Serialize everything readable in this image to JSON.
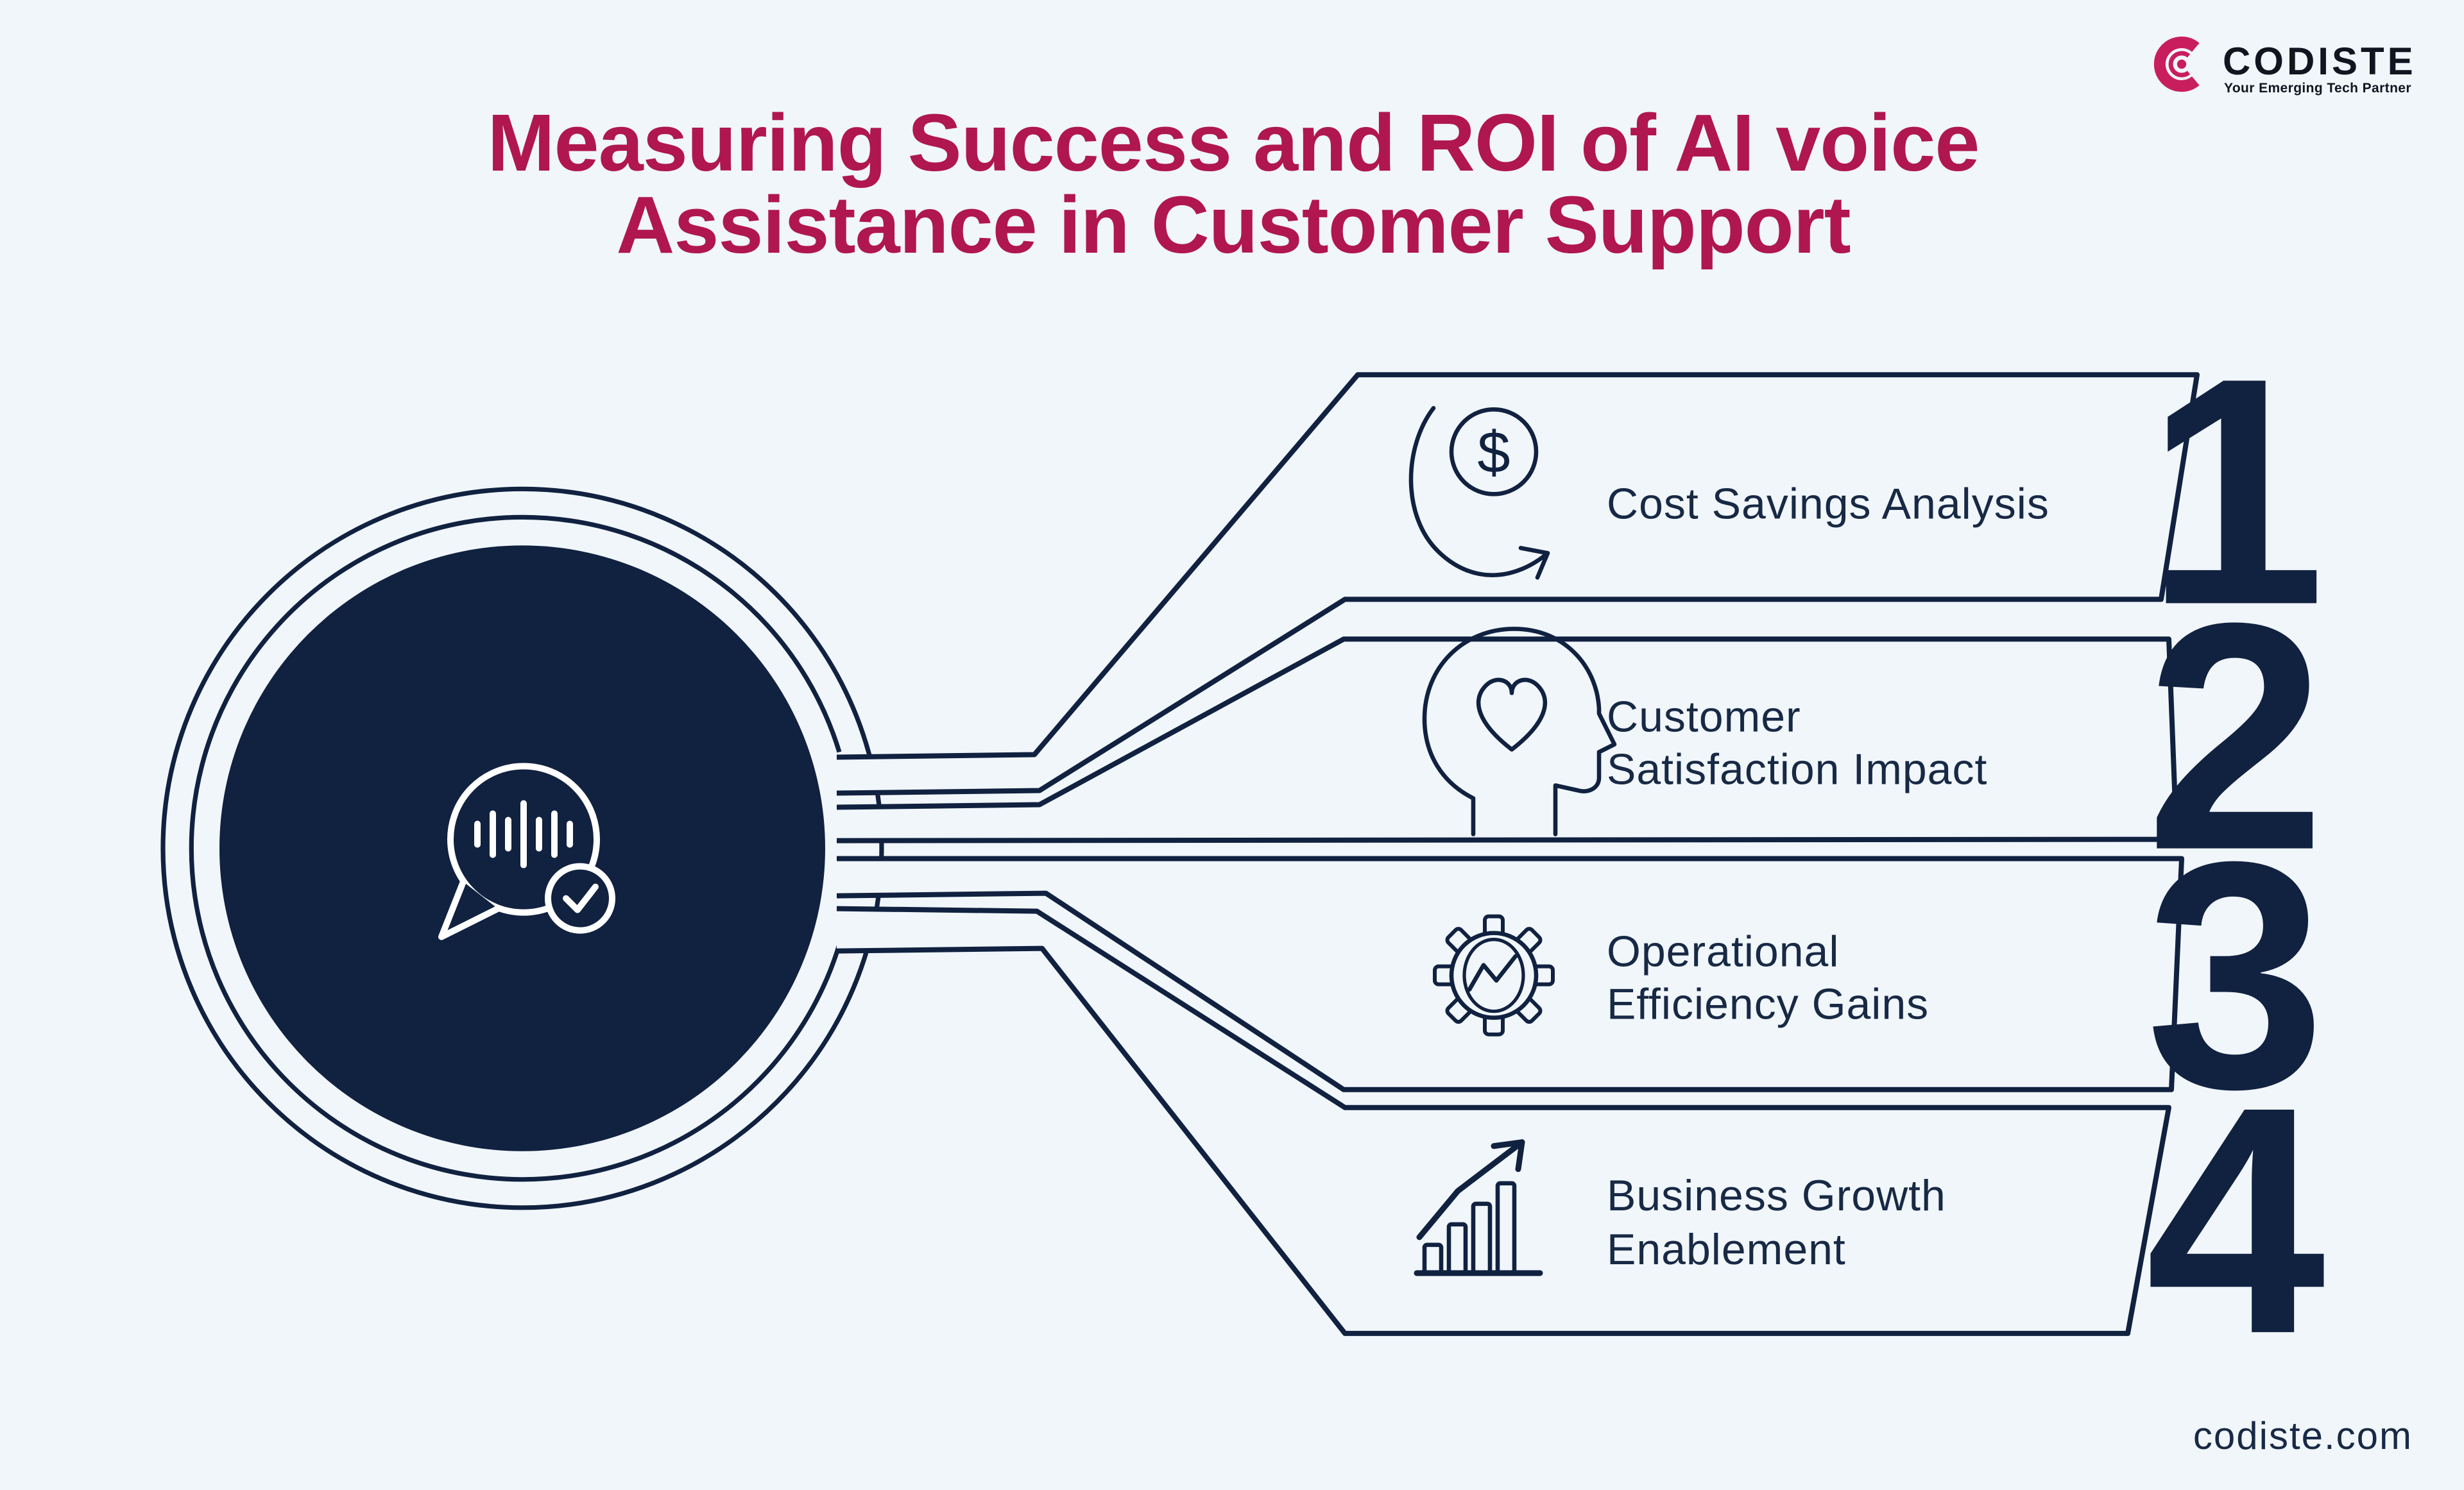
{
  "page": {
    "background_color": "#f0f6fa",
    "navy_color": "#112140",
    "crimson_color": "#b0174e",
    "logo_pink_color": "#c81e5e"
  },
  "header": {
    "title_line1": "Measuring Success and ROI of AI voice",
    "title_line2": "Assistance in Customer Support"
  },
  "logo": {
    "name": "CODISTE",
    "tagline": "Your Emerging Tech Partner",
    "icon": "codiste-c-icon"
  },
  "center": {
    "icon": "voice-chat-verified-icon"
  },
  "items": [
    {
      "number": "1",
      "icon": "cost-savings-icon",
      "icon_glyph": "$",
      "label_line1": "Cost Savings Analysis",
      "label_line2": ""
    },
    {
      "number": "2",
      "icon": "customer-satisfaction-icon",
      "label_line1": "Customer",
      "label_line2": "Satisfaction Impact"
    },
    {
      "number": "3",
      "icon": "operational-efficiency-icon",
      "label_line1": "Operational",
      "label_line2": "Efficiency Gains"
    },
    {
      "number": "4",
      "icon": "business-growth-icon",
      "label_line1": "Business Growth",
      "label_line2": "Enablement"
    }
  ],
  "footer": {
    "website": "codiste.com"
  }
}
